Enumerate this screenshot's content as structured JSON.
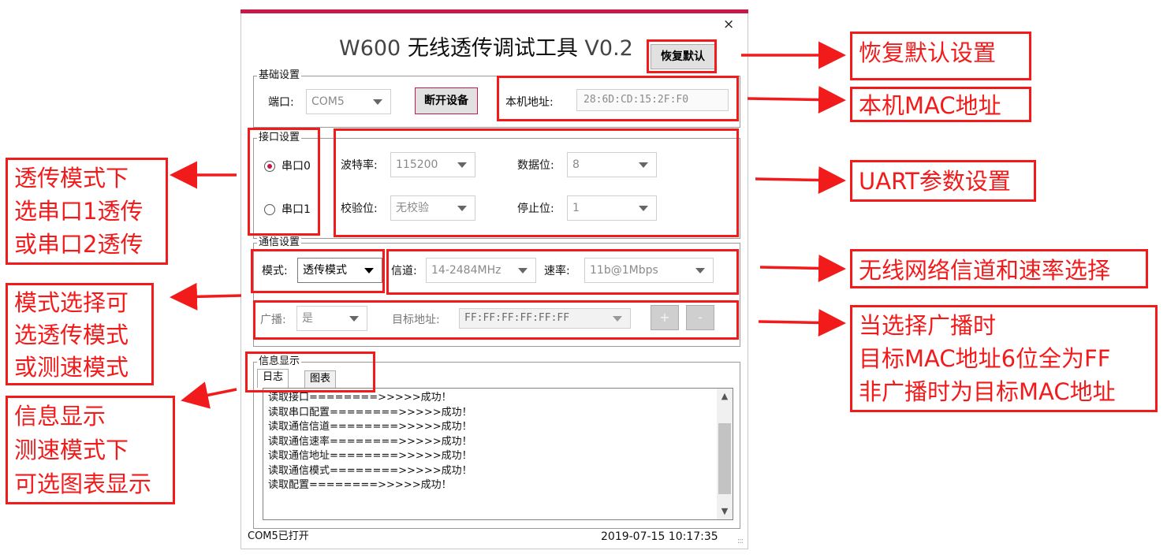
{
  "window": {
    "title_prefix": "W600",
    "title_main": "无线透传调试工具",
    "title_version": "V0.2",
    "close_glyph": "×",
    "reset_button": "恢复默认"
  },
  "basic": {
    "legend": "基础设置",
    "port_label": "端口:",
    "port_value": "COM5",
    "disconnect_button": "断开设备",
    "mac_label": "本机地址:",
    "mac_value": "28:6D:CD:15:2F:F0"
  },
  "interface": {
    "legend": "接口设置",
    "radio0": "串口0",
    "radio1": "串口1",
    "baud_label": "波特率:",
    "baud_value": "115200",
    "databits_label": "数据位:",
    "databits_value": "8",
    "parity_label": "校验位:",
    "parity_value": "无校验",
    "stopbits_label": "停止位:",
    "stopbits_value": "1"
  },
  "comm": {
    "legend": "通信设置",
    "mode_label": "模式:",
    "mode_value": "透传模式",
    "channel_label": "信道:",
    "channel_value": "14-2484MHz",
    "rate_label": "速率:",
    "rate_value": "11b@1Mbps",
    "broadcast_label": "广播:",
    "broadcast_value": "是",
    "target_label": "目标地址:",
    "target_value": "FF:FF:FF:FF:FF:FF",
    "plus": "+",
    "minus": "-"
  },
  "info": {
    "legend": "信息显示",
    "tab_log": "日志",
    "tab_chart": "图表",
    "log_lines": [
      "读取接口========>>>>>成功！",
      "读取串口配置========>>>>>成功！",
      "读取通信信道========>>>>>成功！",
      "读取通信速率========>>>>>成功！",
      "读取通信地址========>>>>>成功！",
      "读取通信模式========>>>>>成功！",
      "读取配置========>>>>>成功！"
    ]
  },
  "status": {
    "port_state": "COM5已打开",
    "datetime": "2019-07-15 10:17:35"
  },
  "annotations": {
    "reset": "恢复默认设置",
    "mac": "本机MAC地址",
    "uart": "UART参数设置",
    "wireless": "无线网络信道和速率选择",
    "broadcast": [
      "当选择广播时",
      "目标MAC地址6位全为FF",
      "非广播时为目标MAC地址"
    ],
    "port_select": [
      "透传模式下",
      "选串口1透传",
      "或串口2透传"
    ],
    "mode_select": [
      "模式选择可",
      "选透传模式",
      "或测速模式"
    ],
    "info_display": [
      "信息显示",
      "测速模式下",
      "可选图表显示"
    ]
  },
  "colors": {
    "accent": "#c8184a",
    "annotation": "#f21b1b"
  }
}
